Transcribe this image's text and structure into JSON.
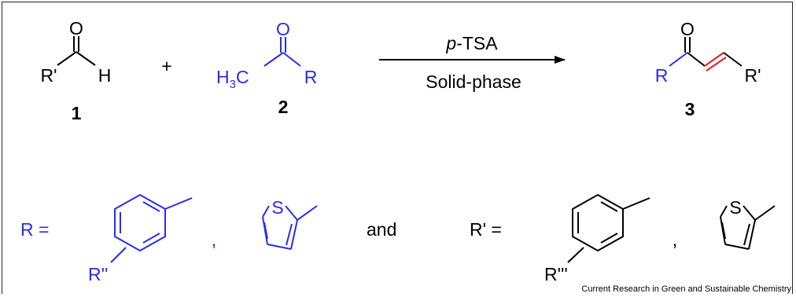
{
  "colors": {
    "black": "#000000",
    "blue": "#2b2bf0",
    "red": "#e02020"
  },
  "reaction": {
    "aldehyde": {
      "r_label": "R'",
      "o_label": "O",
      "h_label": "H",
      "number": "1"
    },
    "plus": "+",
    "ketone": {
      "h3c_label": "H",
      "h3c_sub": "3",
      "c_label": "C",
      "o_label": "O",
      "r_label": "R",
      "number": "2"
    },
    "arrow": {
      "italic": "p",
      "above_rest": "-TSA",
      "below": "Solid-phase"
    },
    "product": {
      "r_label": "R",
      "o_label": "O",
      "r2_label": "R'",
      "number": "3"
    }
  },
  "definitions": {
    "r_eq": "R =",
    "r_sub_label": "R''",
    "comma1": ",",
    "s1": "S",
    "and": "and",
    "rp_eq": "R' =",
    "rp_sub_label": "R'''",
    "comma2": ",",
    "s2": "S"
  },
  "caption": "Current Research in Green and Sustainable Chemistry"
}
